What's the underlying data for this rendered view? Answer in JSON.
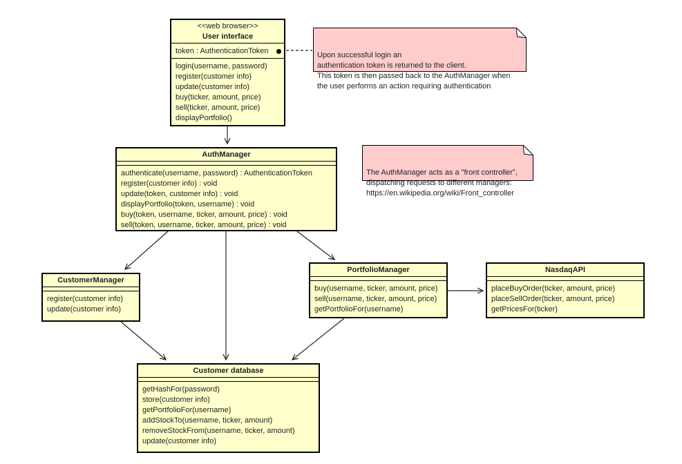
{
  "diagram": {
    "title": "Stock trading system UML class diagram",
    "colors": {
      "class_fill": "#ffffcc",
      "note_fill": "#ffcccc",
      "border": "#000000",
      "line": "#222222",
      "background": "#ffffff"
    }
  },
  "classes": {
    "user_interface": {
      "stereotype": "<<web browser>>",
      "name": "User interface",
      "attributes": [
        "token : AuthenticationToken"
      ],
      "methods": [
        "login(username, password)",
        "register(customer info)",
        "update(customer info)",
        "buy(ticker, amount, price)",
        "sell(ticker, amount, price)",
        "displayPortfolio()"
      ]
    },
    "auth_manager": {
      "name": "AuthManager",
      "methods": [
        "authenticate(username, password) : AuthenticationToken",
        "register(customer info) : void",
        "update(token, customer info) : void",
        "displayPortfolio(token, username) : void",
        "buy(token, username, ticker, amount, price) : void",
        "sell(token, username, ticker, amount, price) : void"
      ]
    },
    "customer_manager": {
      "name": "CustomerManager",
      "methods": [
        "register(customer info)",
        "update(customer info)"
      ]
    },
    "portfolio_manager": {
      "name": "PortfolioManager",
      "methods": [
        "buy(username, ticker, amount, price)",
        "sell(username, ticker, amount, price)",
        "getPortfolioFor(username)"
      ]
    },
    "nasdaq_api": {
      "name": "NasdaqAPI",
      "methods": [
        "placeBuyOrder(ticker, amount, price)",
        "placeSellOrder(ticker, amount, price)",
        "getPricesFor(ticker)"
      ]
    },
    "customer_database": {
      "name": "Customer database",
      "methods": [
        "getHashFor(password)",
        "store(customer info)",
        "getPortfolioFor(username)",
        "addStockTo(username, ticker, amount)",
        "removeStockFrom(username, ticker, amount)",
        "update(customer info)"
      ]
    }
  },
  "notes": {
    "token_note": {
      "text": "Upon successful login an\nauthentication token is returned to the client.\nThis token is then passed back to the AuthManager when\nthe user performs an action requiring authentication"
    },
    "front_controller_note": {
      "text": "The AuthManager acts as a \"front controller\",\ndispatching requests to different managers:\nhttps://en.wikipedia.org/wiki/Front_controller"
    }
  }
}
